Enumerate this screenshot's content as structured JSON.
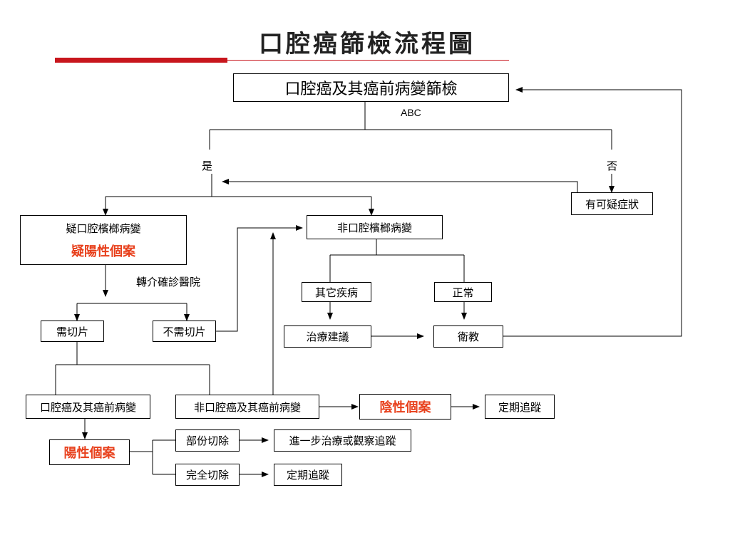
{
  "title": "口腔癌篩檢流程圖",
  "nodes": {
    "screening": "口腔癌及其癌前病變篩檢",
    "abc": "ABC",
    "yes": "是",
    "no": "否",
    "symptoms": "有可疑症狀",
    "suspect_lesion": "疑口腔檳榔病變",
    "suspect_positive": "疑陽性個案",
    "referral": "轉介確診醫院",
    "non_lesion": "非口腔檳榔病變",
    "other_disease": "其它疾病",
    "normal": "正常",
    "treatment_advice": "治療建議",
    "health_education": "衛教",
    "need_biopsy": "需切片",
    "no_biopsy": "不需切片",
    "cancer_lesion": "口腔癌及其癌前病變",
    "non_cancer_lesion": "非口腔癌及其癌前病變",
    "negative_case": "陰性個案",
    "periodic_followup_1": "定期追蹤",
    "positive_case": "陽性個案",
    "partial_excision": "部份切除",
    "further_treatment": "進一步治療或觀察追蹤",
    "complete_excision": "完全切除",
    "periodic_followup_2": "定期追蹤"
  },
  "colors": {
    "accent_red": "#c8161d",
    "case_text": "#e8401c"
  }
}
